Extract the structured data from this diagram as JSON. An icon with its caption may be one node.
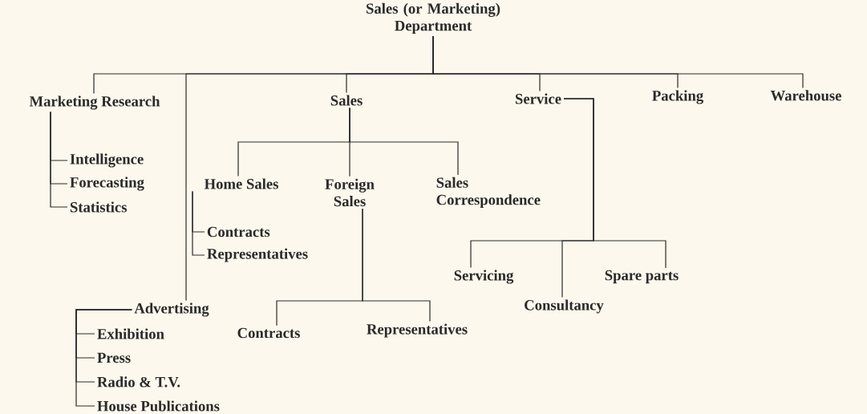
{
  "diagram": {
    "nodes": [
      {
        "text": [
          "Sales (or Marketing) Department"
        ]
      },
      {
        "text": [
          "Marketing Research"
        ]
      },
      {
        "text": [
          "Intelligence"
        ]
      },
      {
        "text": [
          "Forecasting"
        ]
      },
      {
        "text": [
          "Statistics"
        ]
      },
      {
        "text": [
          "Sales"
        ]
      },
      {
        "text": [
          "Service"
        ]
      },
      {
        "text": [
          "Packing"
        ]
      },
      {
        "text": [
          "Warehouse"
        ]
      },
      {
        "text": [
          "Home Sales"
        ]
      },
      {
        "text": [
          "Foreign Sales"
        ]
      },
      {
        "text": [
          "Sales Correspondence"
        ]
      },
      {
        "text": [
          "Contracts"
        ]
      },
      {
        "text": [
          "Representatives"
        ]
      },
      {
        "text": [
          "Advertising"
        ]
      },
      {
        "text": [
          "Exhibition"
        ]
      },
      {
        "text": [
          "Press"
        ]
      },
      {
        "text": [
          "Radio & T.V."
        ]
      },
      {
        "text": [
          "House Publications"
        ]
      },
      {
        "text": [
          "Contracts"
        ]
      },
      {
        "text": [
          "Representatives"
        ]
      },
      {
        "text": [
          "Servicing"
        ]
      },
      {
        "text": [
          "Consultancy"
        ]
      },
      {
        "text": [
          "Spare parts"
        ]
      }
    ],
    "edges": [
      {
        "from": 0,
        "to": 1,
        "arrow": "none"
      },
      {
        "from": 0,
        "to": 5,
        "arrow": "none"
      },
      {
        "from": 0,
        "to": 6,
        "arrow": "none"
      },
      {
        "from": 0,
        "to": 7,
        "arrow": "none"
      },
      {
        "from": 0,
        "to": 8,
        "arrow": "none"
      },
      {
        "from": 0,
        "to": 14,
        "arrow": "none"
      },
      {
        "from": 1,
        "to": 2,
        "arrow": "none"
      },
      {
        "from": 1,
        "to": 3,
        "arrow": "none"
      },
      {
        "from": 1,
        "to": 4,
        "arrow": "none"
      },
      {
        "from": 5,
        "to": 9,
        "arrow": "none"
      },
      {
        "from": 5,
        "to": 10,
        "arrow": "none"
      },
      {
        "from": 5,
        "to": 11,
        "arrow": "none"
      },
      {
        "from": 9,
        "to": 12,
        "arrow": "none"
      },
      {
        "from": 9,
        "to": 13,
        "arrow": "none"
      },
      {
        "from": 10,
        "to": 19,
        "arrow": "none"
      },
      {
        "from": 10,
        "to": 20,
        "arrow": "none"
      },
      {
        "from": 6,
        "to": 21,
        "arrow": "none"
      },
      {
        "from": 6,
        "to": 22,
        "arrow": "none"
      },
      {
        "from": 6,
        "to": 23,
        "arrow": "none"
      },
      {
        "from": 14,
        "to": 15,
        "arrow": "none"
      },
      {
        "from": 14,
        "to": 16,
        "arrow": "none"
      },
      {
        "from": 14,
        "to": 17,
        "arrow": "none"
      },
      {
        "from": 14,
        "to": 18,
        "arrow": "none"
      }
    ]
  }
}
